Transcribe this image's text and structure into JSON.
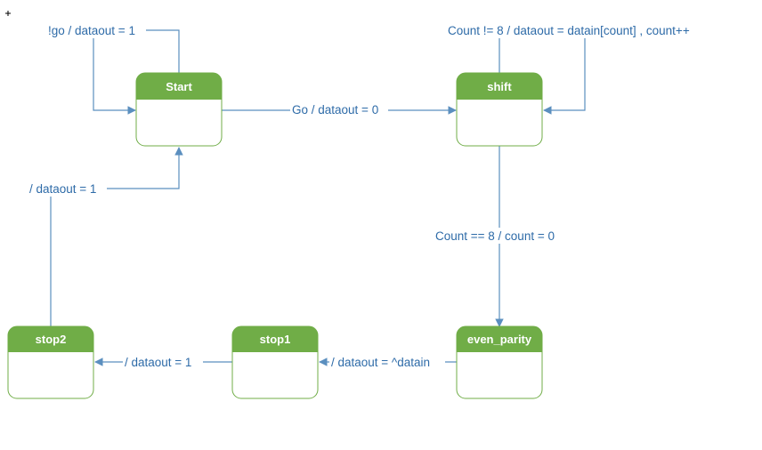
{
  "states": {
    "start": "Start",
    "shift": "shift",
    "even_parity": "even_parity",
    "stop1": "stop1",
    "stop2": "stop2"
  },
  "transitions": {
    "start_self": "!go / dataout = 1",
    "start_to_shift": "Go / dataout = 0",
    "shift_self": "Count != 8 / dataout = datain[count] , count++",
    "shift_to_even": "Count == 8 / count = 0",
    "even_to_stop1": "/ dataout = ^datain",
    "stop1_to_stop2": "/ dataout = 1",
    "stop2_to_start": "/ dataout = 1"
  },
  "colors": {
    "state_fill": "#70ad47",
    "edge": "#5b8fbf",
    "label": "#2e6ba8"
  }
}
